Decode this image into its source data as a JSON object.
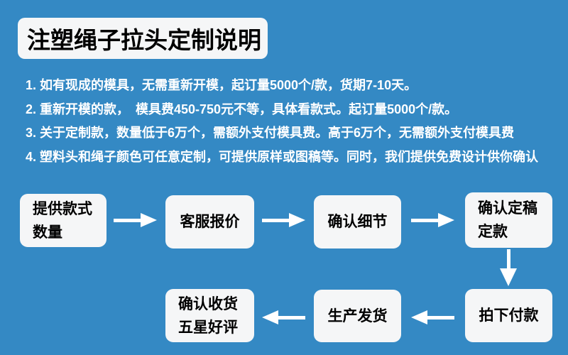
{
  "colors": {
    "bg": "#3489c4",
    "panel": "#f5f6f7",
    "text": "#ffffff",
    "flow_text": "#000000",
    "arrow": "#ffffff"
  },
  "title": "注塑绳子拉头定制说明",
  "notes": [
    "1. 如有现成的模具，无需重新开模，起订量5000个/款，货期7-10天。",
    "2. 重新开模的款，　模具费450-750元不等，具体看款式。起订量5000个/款。",
    "3. 关于定制款，数量低于6万个，需额外支付模具费。高于6万个，无需额外支付模具费",
    "4. 塑料头和绳子颜色可任意定制，可提供原样或图稿等。同时，我们提供免费设计供你确认"
  ],
  "flow": {
    "row1": [
      {
        "lines": [
          "提供款式",
          "数量"
        ]
      },
      {
        "lines": [
          "客服报价"
        ]
      },
      {
        "lines": [
          "确认细节"
        ]
      },
      {
        "lines": [
          "确认定稿",
          "定款"
        ]
      }
    ],
    "row2": [
      {
        "lines": [
          "拍下付款"
        ]
      },
      {
        "lines": [
          "生产发货"
        ]
      },
      {
        "lines": [
          "确认收货",
          "五星好评"
        ]
      }
    ]
  }
}
